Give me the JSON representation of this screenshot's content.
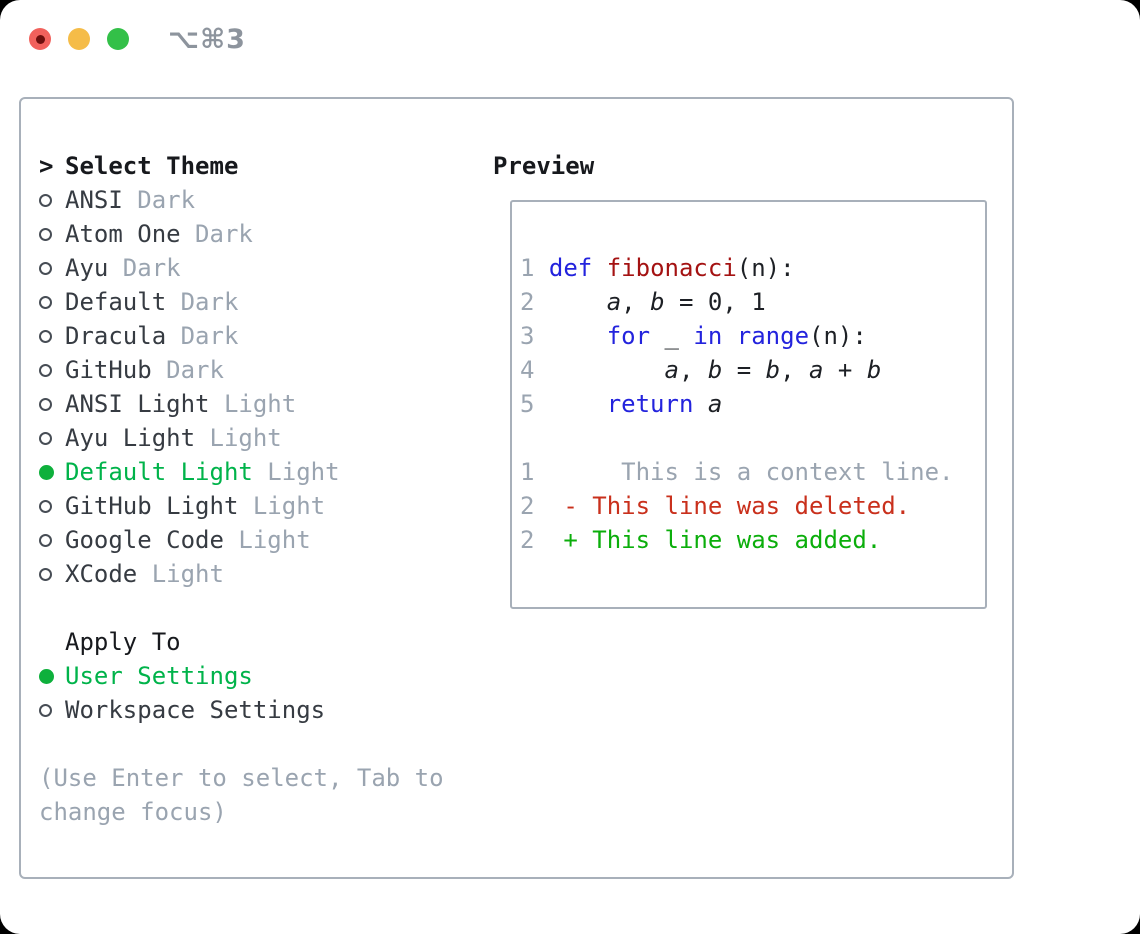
{
  "titlebar": {
    "shortcut": "⌥⌘3"
  },
  "colors": {
    "accent_green": "#00b34a",
    "keyword_blue": "#2323dd",
    "function_red": "#a41212",
    "diff_red": "#c9301c",
    "diff_green": "#0bae0b",
    "muted_gray": "#9aa4b0",
    "border_gray": "#a8b0ba",
    "traffic_red": "#f1615c",
    "traffic_yellow": "#f5bc48",
    "traffic_green": "#33c048"
  },
  "theme_selector": {
    "prompt": ">",
    "title": "Select Theme",
    "items": [
      {
        "name": "ANSI",
        "variant": "Dark",
        "selected": false
      },
      {
        "name": "Atom One",
        "variant": "Dark",
        "selected": false
      },
      {
        "name": "Ayu",
        "variant": "Dark",
        "selected": false
      },
      {
        "name": "Default",
        "variant": "Dark",
        "selected": false
      },
      {
        "name": "Dracula",
        "variant": "Dark",
        "selected": false
      },
      {
        "name": "GitHub",
        "variant": "Dark",
        "selected": false
      },
      {
        "name": "ANSI Light",
        "variant": "Light",
        "selected": false
      },
      {
        "name": "Ayu Light",
        "variant": "Light",
        "selected": false
      },
      {
        "name": "Default Light",
        "variant": "Light",
        "selected": true
      },
      {
        "name": "GitHub Light",
        "variant": "Light",
        "selected": false
      },
      {
        "name": "Google Code",
        "variant": "Light",
        "selected": false
      },
      {
        "name": "XCode",
        "variant": "Light",
        "selected": false
      }
    ]
  },
  "apply_to": {
    "title": "Apply To",
    "options": [
      {
        "label": "User Settings",
        "selected": true
      },
      {
        "label": "Workspace Settings",
        "selected": false
      }
    ]
  },
  "help": {
    "lines": [
      "(Use Enter to select, Tab to",
      "change focus)"
    ]
  },
  "preview": {
    "title": "Preview",
    "lines": [
      {
        "num": "1",
        "segments": [
          {
            "text": " ",
            "style": "pl"
          },
          {
            "text": "def",
            "style": "kw"
          },
          {
            "text": " ",
            "style": "pl"
          },
          {
            "text": "fibonacci",
            "style": "fn"
          },
          {
            "text": "(n):",
            "style": "pl"
          }
        ]
      },
      {
        "num": "2",
        "segments": [
          {
            "text": "     ",
            "style": "pl"
          },
          {
            "text": "a",
            "style": "var"
          },
          {
            "text": ", ",
            "style": "pl"
          },
          {
            "text": "b",
            "style": "var"
          },
          {
            "text": " = 0, 1",
            "style": "pl"
          }
        ]
      },
      {
        "num": "3",
        "segments": [
          {
            "text": "     ",
            "style": "pl"
          },
          {
            "text": "for",
            "style": "kw"
          },
          {
            "text": " _ ",
            "style": "pl"
          },
          {
            "text": "in",
            "style": "kw"
          },
          {
            "text": " ",
            "style": "pl"
          },
          {
            "text": "range",
            "style": "kw"
          },
          {
            "text": "(n):",
            "style": "pl"
          }
        ]
      },
      {
        "num": "4",
        "segments": [
          {
            "text": "         ",
            "style": "pl"
          },
          {
            "text": "a",
            "style": "var"
          },
          {
            "text": ", ",
            "style": "pl"
          },
          {
            "text": "b",
            "style": "var"
          },
          {
            "text": " = ",
            "style": "pl"
          },
          {
            "text": "b",
            "style": "var"
          },
          {
            "text": ", ",
            "style": "pl"
          },
          {
            "text": "a",
            "style": "var"
          },
          {
            "text": " + ",
            "style": "pl"
          },
          {
            "text": "b",
            "style": "var"
          }
        ]
      },
      {
        "num": "5",
        "segments": [
          {
            "text": "     ",
            "style": "pl"
          },
          {
            "text": "return",
            "style": "kw"
          },
          {
            "text": " ",
            "style": "pl"
          },
          {
            "text": "a",
            "style": "var"
          }
        ]
      },
      {
        "num": "",
        "segments": []
      },
      {
        "num": "1",
        "segments": [
          {
            "text": "      This is a context line.",
            "style": "ctx"
          }
        ]
      },
      {
        "num": "2",
        "segments": [
          {
            "text": "  - This line was deleted.",
            "style": "del"
          }
        ]
      },
      {
        "num": "2",
        "segments": [
          {
            "text": "  + This line was added.",
            "style": "add"
          }
        ]
      }
    ]
  }
}
